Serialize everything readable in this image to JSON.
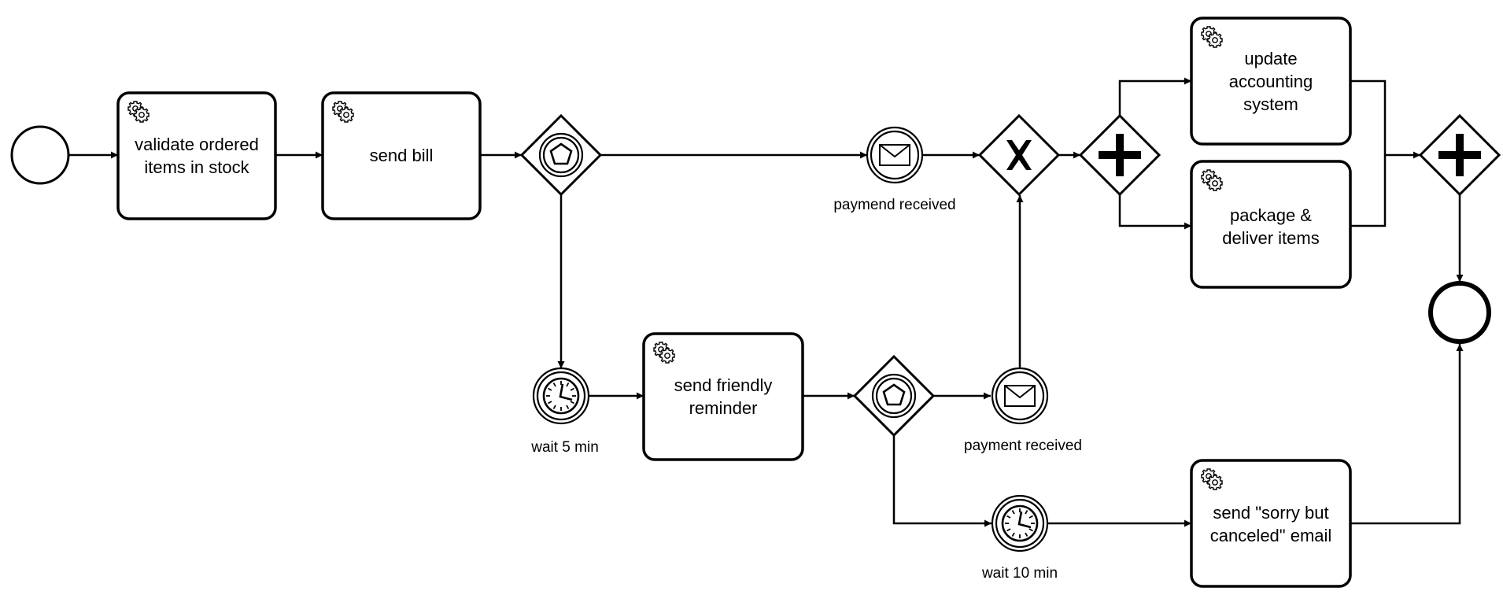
{
  "diagram": {
    "type": "bpmn-process",
    "start_event": {
      "label": ""
    },
    "end_event": {
      "label": ""
    },
    "tasks": {
      "validate": {
        "lines": [
          "validate ordered",
          "items in stock"
        ],
        "type": "service-task"
      },
      "send_bill": {
        "lines": [
          "send bill"
        ],
        "type": "service-task"
      },
      "reminder": {
        "lines": [
          "send friendly",
          "reminder"
        ],
        "type": "service-task"
      },
      "update": {
        "lines": [
          "update",
          "accounting",
          "system"
        ],
        "type": "service-task"
      },
      "package": {
        "lines": [
          "package &",
          "deliver items"
        ],
        "type": "service-task"
      },
      "sorry": {
        "lines": [
          "send \"sorry but",
          "canceled\" email"
        ],
        "type": "service-task"
      }
    },
    "events": {
      "payment1": {
        "label": "paymend received",
        "type": "message-catch"
      },
      "payment2": {
        "label": "payment received",
        "type": "message-catch"
      },
      "wait5": {
        "label": "wait 5 min",
        "type": "timer-catch"
      },
      "wait10": {
        "label": "wait 10 min",
        "type": "timer-catch"
      }
    },
    "gateways": {
      "gw_event1": {
        "type": "event-based"
      },
      "gw_event2": {
        "type": "event-based"
      },
      "gw_xor": {
        "type": "exclusive"
      },
      "gw_split": {
        "type": "parallel"
      },
      "gw_join": {
        "type": "parallel"
      }
    }
  }
}
